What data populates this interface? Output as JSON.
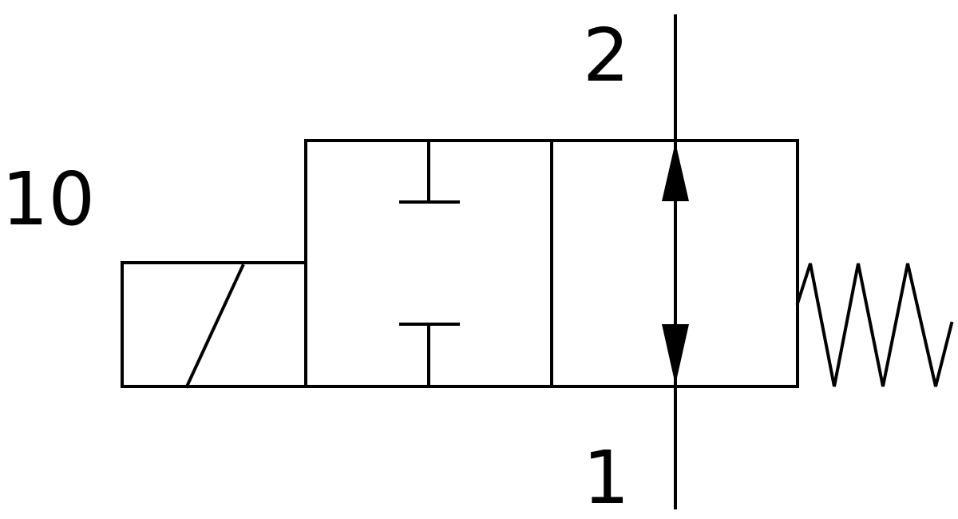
{
  "diagram": {
    "port_labels": {
      "solenoid": "10",
      "outlet": "2",
      "inlet": "1"
    },
    "colors": {
      "line": "#000000",
      "background": "#ffffff"
    }
  }
}
